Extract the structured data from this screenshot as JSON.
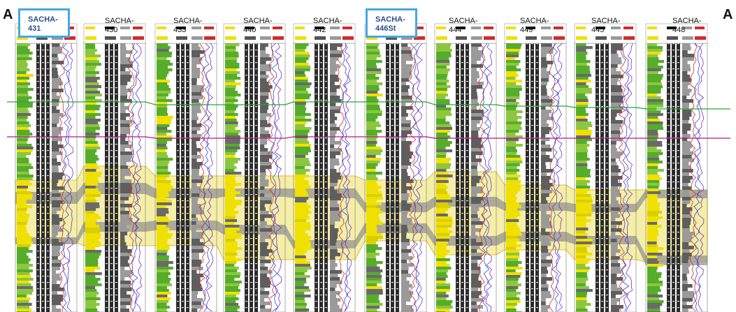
{
  "section": {
    "endpoint_left": "A",
    "endpoint_right": "A",
    "wells": [
      {
        "name": "SACHA-431",
        "line1": "SACHA-",
        "line2": "431",
        "highlighted": true
      },
      {
        "name": "SACHA-430",
        "line1": "SACHA-",
        "line2": "430",
        "highlighted": false
      },
      {
        "name": "SACHA-433",
        "line1": "SACHA-",
        "line2": "433",
        "highlighted": false
      },
      {
        "name": "SACHA-440",
        "line1": "SACHA-",
        "line2": "440",
        "highlighted": false
      },
      {
        "name": "SACHA-442",
        "line1": "SACHA-",
        "line2": "442",
        "highlighted": false
      },
      {
        "name": "SACHA-446St",
        "line1": "SACHA-",
        "line2": "446St",
        "highlighted": true
      },
      {
        "name": "SACHA-444",
        "line1": "SACHA-",
        "line2": "444",
        "highlighted": false
      },
      {
        "name": "SACHA-449",
        "line1": "SACHA-",
        "line2": "449",
        "highlighted": false
      },
      {
        "name": "SACHA-445",
        "line1": "SACHA-",
        "line2": "445",
        "highlighted": false
      },
      {
        "name": "SACHA-448",
        "line1": "SACHA-",
        "line2": "448",
        "highlighted": false
      }
    ],
    "colors": {
      "sand_fill": "#f2e888",
      "shale_band": "#8f8f8f",
      "yellow_log": "#f0e000",
      "green_log": "#56ad2a",
      "green_horizon": "#2da33b",
      "magenta_horizon": "#b0198c",
      "highlight_border": "#46a9e0",
      "highlight_text": "#2b4f8c"
    }
  }
}
